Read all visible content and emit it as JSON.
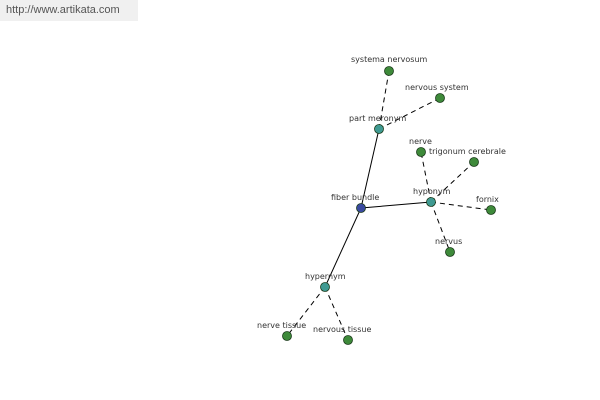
{
  "watermark": {
    "text": "http://www.artikata.com"
  },
  "colors": {
    "center": "#3a4aa0",
    "relation": "#3f9a92",
    "leaf": "#3e8a3a",
    "outline": "#1a3a1a"
  },
  "nodes": [
    {
      "id": "fiber-bundle",
      "label": "fiber bundle",
      "kind": "center"
    },
    {
      "id": "part-meronym",
      "label": "part meronym",
      "kind": "relation"
    },
    {
      "id": "hyponym",
      "label": "hyponym",
      "kind": "relation"
    },
    {
      "id": "hypernym",
      "label": "hypernym",
      "kind": "relation"
    },
    {
      "id": "systema-nervosum",
      "label": "systema nervosum",
      "kind": "leaf"
    },
    {
      "id": "nervous-system",
      "label": "nervous system",
      "kind": "leaf"
    },
    {
      "id": "nerve",
      "label": "nerve",
      "kind": "leaf"
    },
    {
      "id": "trigonum-cerebrale",
      "label": "trigonum cerebrale",
      "kind": "leaf"
    },
    {
      "id": "fornix",
      "label": "fornix",
      "kind": "leaf"
    },
    {
      "id": "nervus",
      "label": "nervus",
      "kind": "leaf"
    },
    {
      "id": "nerve-tissue",
      "label": "nerve tissue",
      "kind": "leaf"
    },
    {
      "id": "nervous-tissue",
      "label": "nervous tissue",
      "kind": "leaf"
    }
  ],
  "edges": [
    {
      "from": "fiber-bundle",
      "to": "part-meronym",
      "style": "solid"
    },
    {
      "from": "fiber-bundle",
      "to": "hyponym",
      "style": "solid"
    },
    {
      "from": "fiber-bundle",
      "to": "hypernym",
      "style": "solid"
    },
    {
      "from": "part-meronym",
      "to": "systema-nervosum",
      "style": "dashed"
    },
    {
      "from": "part-meronym",
      "to": "nervous-system",
      "style": "dashed"
    },
    {
      "from": "hyponym",
      "to": "nerve",
      "style": "dashed"
    },
    {
      "from": "hyponym",
      "to": "trigonum-cerebrale",
      "style": "dashed"
    },
    {
      "from": "hyponym",
      "to": "fornix",
      "style": "dashed"
    },
    {
      "from": "hyponym",
      "to": "nervus",
      "style": "dashed"
    },
    {
      "from": "hypernym",
      "to": "nerve-tissue",
      "style": "dashed"
    },
    {
      "from": "hypernym",
      "to": "nervous-tissue",
      "style": "dashed"
    }
  ]
}
